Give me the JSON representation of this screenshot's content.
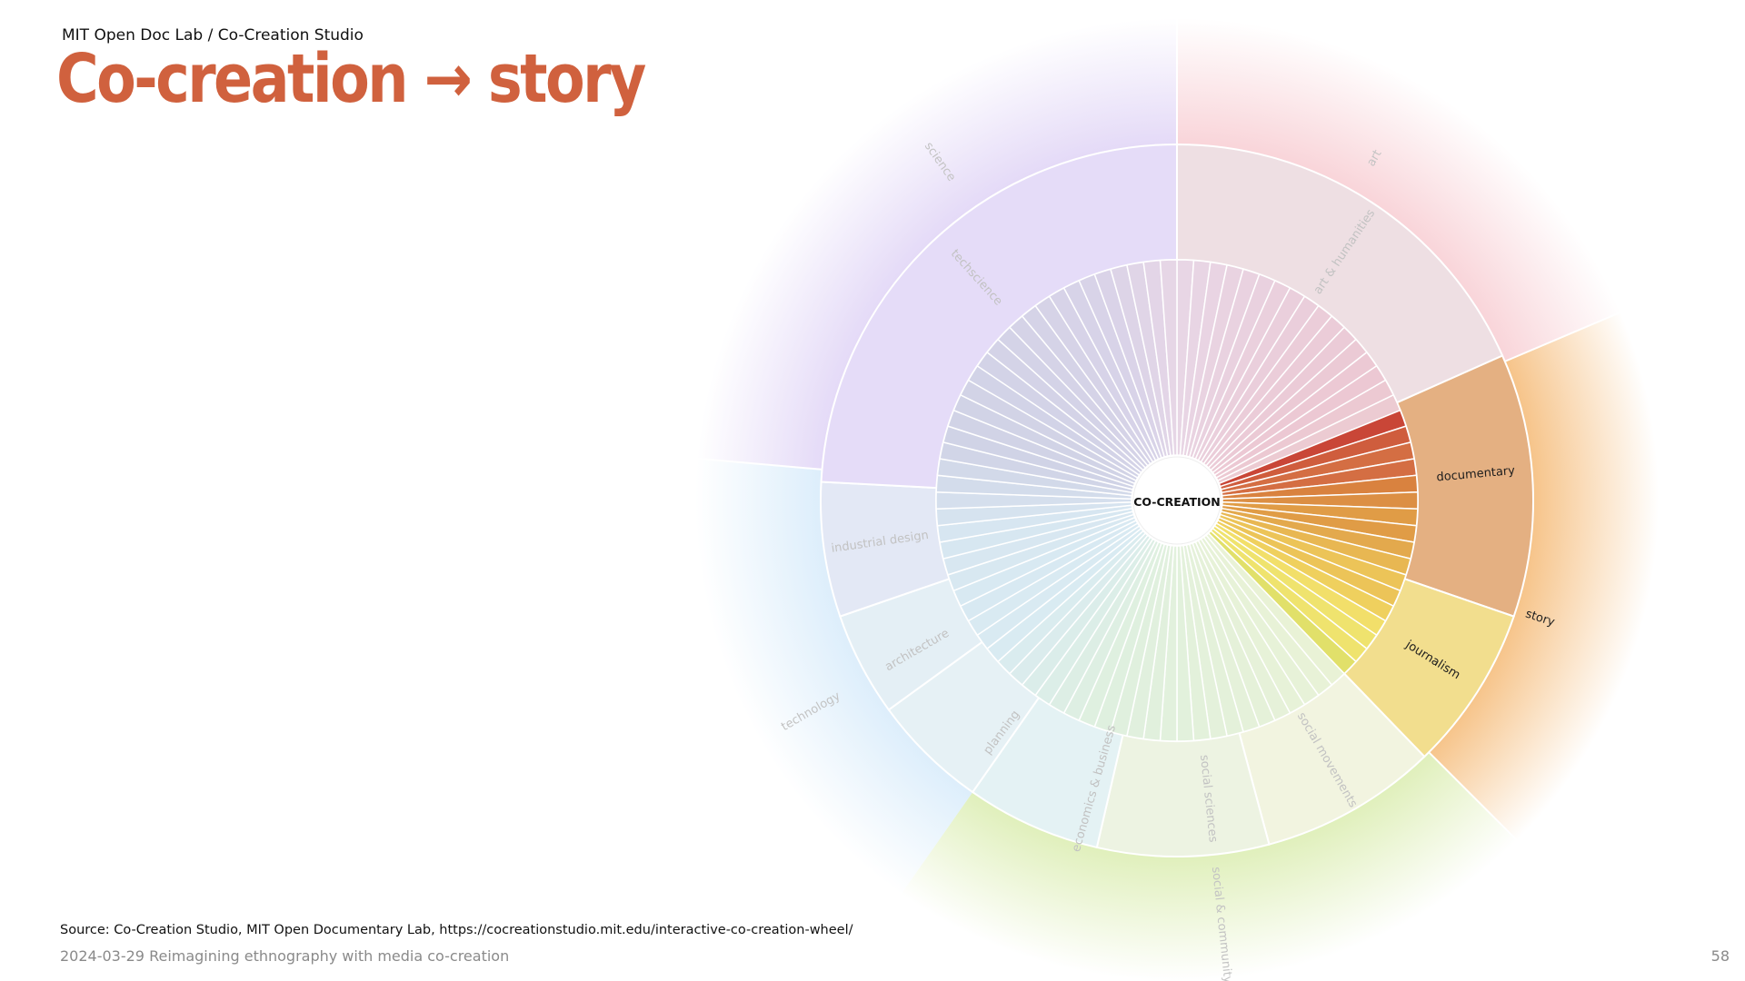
{
  "slide": {
    "kicker": "MIT Open Doc Lab / Co-Creation Studio",
    "title": "Co-creation → story",
    "source": "Source: Co-Creation Studio, MIT Open Documentary Lab,  https://cocreationstudio.mit.edu/interactive-co-creation-wheel/",
    "footer": "2024-03-29 Reimagining ethnography with media co-creation",
    "page_number": "58"
  },
  "wheel": {
    "center_label": "CO-CREATION",
    "domains": [
      {
        "label": "art",
        "color": "#f7c9cf"
      },
      {
        "label": "story",
        "color": "#f5bb78",
        "highlight": true
      },
      {
        "label": "social & community",
        "color": "#d7eba8"
      },
      {
        "label": "technology",
        "color": "#d3e9fa"
      },
      {
        "label": "science",
        "color": "#ddd0f5"
      }
    ],
    "fields": [
      {
        "label": "art & humanities",
        "color": "#eedfe3"
      },
      {
        "label": "documentary",
        "color": "#e4b082",
        "highlight": true
      },
      {
        "label": "journalism",
        "color": "#f2de8e",
        "highlight": true
      },
      {
        "label": "social movements",
        "color": "#f2f4e0"
      },
      {
        "label": "social sciences",
        "color": "#edf3e2"
      },
      {
        "label": "economics & business",
        "color": "#e4f2f4"
      },
      {
        "label": "planning",
        "color": "#e6f1f5"
      },
      {
        "label": "architecture",
        "color": "#e4eff5"
      },
      {
        "label": "industrial design",
        "color": "#e3e8f5"
      },
      {
        "label": "techscience",
        "color": "#e5dcf8"
      }
    ],
    "highlight_colors": [
      "#c94637",
      "#cf5d3d",
      "#d46e43",
      "#d9823f",
      "#dc8f44",
      "#e09c46",
      "#e3a94d",
      "#e8b752",
      "#ecc458",
      "#efd05e",
      "#f2df6a",
      "#efe36e",
      "#e1e06a"
    ]
  }
}
